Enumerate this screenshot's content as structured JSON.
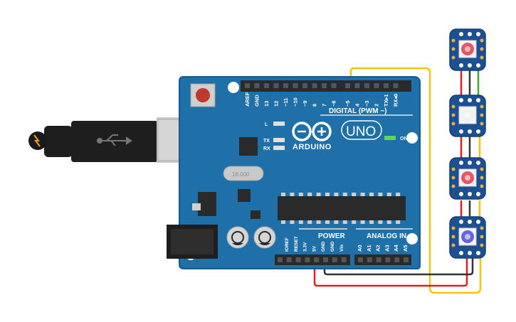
{
  "board": {
    "brand": "ARDUINO",
    "model": "UNO",
    "header_digital": "DIGITAL (PWM ~)",
    "header_power": "POWER",
    "header_analog": "ANALOG IN",
    "led_l": "L",
    "led_tx": "TX",
    "led_rx": "RX",
    "led_on": "ON",
    "crystal": "16.000",
    "digital_pins": [
      "AREF",
      "GND",
      "13",
      "12",
      "~11",
      "~10",
      "~9",
      "8",
      "7",
      "~6",
      "~5",
      "4",
      "~3",
      "2",
      "TX▸1",
      "RX◂0"
    ],
    "power_pins": [
      "IOREF",
      "RESET",
      "3.3V",
      "5V",
      "GND",
      "GND",
      "Vin"
    ],
    "analog_pins": [
      "A0",
      "A1",
      "A2",
      "A3",
      "A4",
      "A5"
    ]
  },
  "wires": {
    "colors": {
      "power": "#e02020",
      "ground": "#333333",
      "signal": "#f2c40f",
      "chain": "#3aaa35"
    }
  },
  "neopixels": [
    {
      "id": 1,
      "led_color": "#e8374a"
    },
    {
      "id": 2,
      "led_color": "#f0f0f0"
    },
    {
      "id": 3,
      "led_color": "#e8374a"
    },
    {
      "id": 4,
      "led_color": "#4a4adf"
    }
  ]
}
